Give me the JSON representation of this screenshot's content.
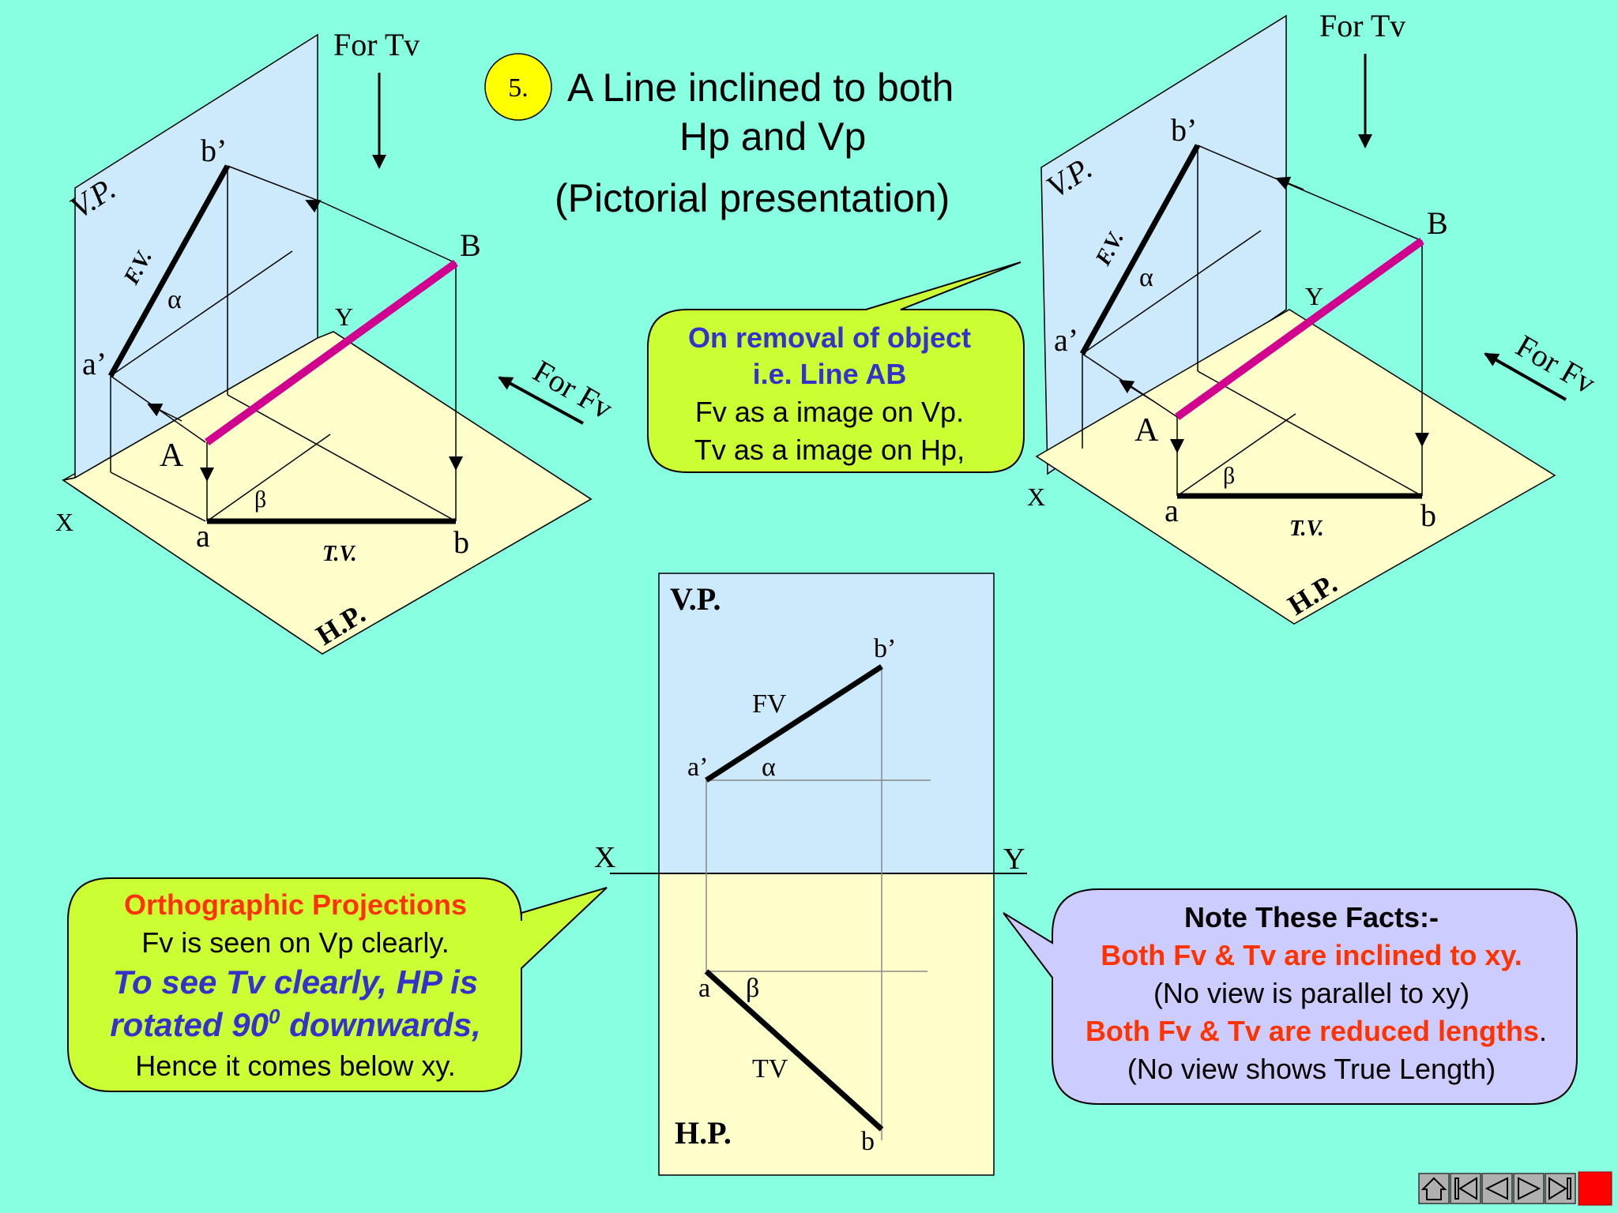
{
  "colors": {
    "background": "#87ffe0",
    "vp_plane": "#cdeafd",
    "hp_plane": "#ffffcc",
    "line_ab": "#d1008f",
    "callout_green": "#ccff33",
    "callout_lilac": "#ccccff",
    "red_text": "#ff3300",
    "blue_text": "#3333cc",
    "number_badge": "#ffff00"
  },
  "title": {
    "number": "5.",
    "line1": "A Line inclined to both",
    "line2": "Hp and Vp",
    "line3": "(Pictorial presentation)"
  },
  "left_pictorial": {
    "for_tv": "For Tv",
    "for_fv": "For Fv",
    "vp": "V.P.",
    "hp": "H.P.",
    "fv": "F.V.",
    "tv": "T.V.",
    "alpha": "α",
    "beta": "β",
    "b_dash": "b’",
    "a_dash": "a’",
    "A": "A",
    "B": "B",
    "a": "a",
    "b": "b",
    "X": "X",
    "Y": "Y"
  },
  "right_pictorial": {
    "for_tv": "For Tv",
    "for_fv": "For Fv",
    "vp": "V.P.",
    "hp": "H.P.",
    "fv": "F.V.",
    "tv": "T.V.",
    "alpha": "α",
    "beta": "β",
    "b_dash": "b’",
    "a_dash": "a’",
    "A": "A",
    "B": "B",
    "a": "a",
    "b": "b",
    "X": "X",
    "Y": "Y"
  },
  "callout_removal": {
    "line1": "On removal of object",
    "line2": "i.e. Line AB",
    "line3": "Fv as a image on Vp.",
    "line4": "Tv as a image on Hp,"
  },
  "orthographic": {
    "vp": "V.P.",
    "hp": "H.P.",
    "X": "X",
    "Y": "Y",
    "b_dash": "b’",
    "a_dash": "a’",
    "fv": "FV",
    "alpha": "α",
    "a": "a",
    "beta": "β",
    "tv": "TV",
    "b": "b"
  },
  "callout_ortho": {
    "heading": "Orthographic Projections",
    "line1": "Fv is seen on Vp clearly.",
    "line2": "To see Tv clearly, HP is",
    "line3a": "rotated 90",
    "line3sup": "0",
    "line3b": " downwards,",
    "line4": "Hence it comes below xy."
  },
  "callout_facts": {
    "heading": "Note These Facts:-",
    "line1": "Both Fv & Tv are inclined to xy.",
    "line2": "(No view is parallel to xy)",
    "line3": "Both Fv & Tv are reduced lengths",
    "line3_end": ".",
    "line4": "(No view shows True Length)"
  },
  "nav": {
    "buttons": [
      "home-icon",
      "first-slide-icon",
      "previous-slide-icon",
      "next-slide-icon",
      "last-slide-icon",
      "stop-icon"
    ]
  }
}
